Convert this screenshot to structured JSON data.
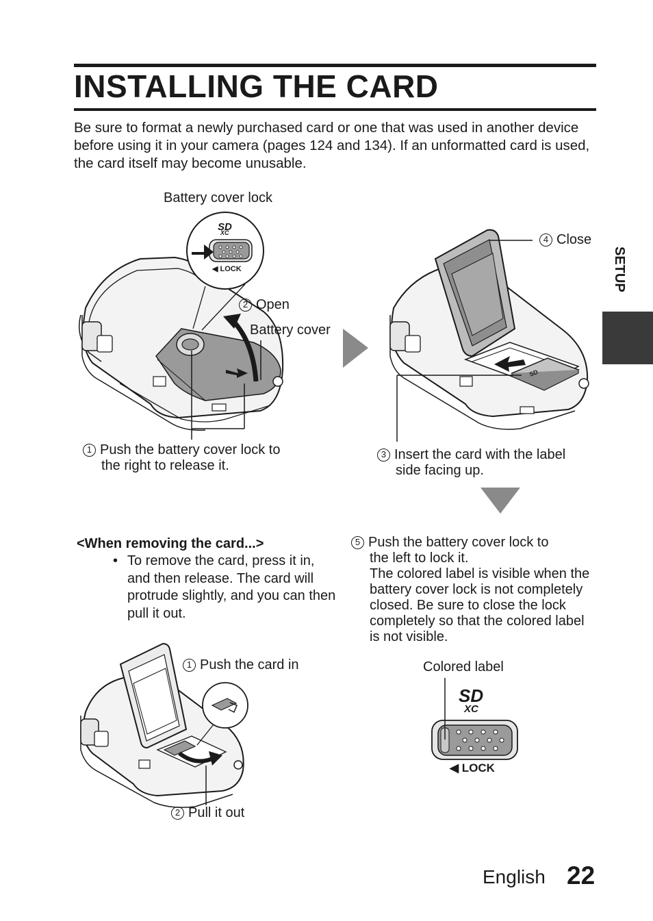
{
  "page": {
    "title": "INSTALLING THE CARD",
    "intro": "Be sure to format a newly purchased card or one that was used in another device before using it in your camera (pages 124 and 134). If an unformatted card is used, the card itself may become unusable.",
    "side_tab": "SETUP",
    "footer": {
      "language": "English",
      "page_number": "22"
    }
  },
  "figure1": {
    "label_battery_cover_lock": "Battery cover lock",
    "label_open_num": "2",
    "label_open": "Open",
    "label_battery_cover": "Battery cover",
    "lock_text": "◀ LOCK",
    "step1_num": "1",
    "step1_line1": "Push the battery cover lock to",
    "step1_line2": "the right to release it."
  },
  "figure2": {
    "label_close_num": "4",
    "label_close": "Close",
    "step3_num": "3",
    "step3_line1": "Insert the card with the label",
    "step3_line2": "side facing up."
  },
  "step5": {
    "num": "5",
    "line1": "Push the battery cover lock to",
    "rest": "the left to lock it.\nThe colored label is visible when the battery cover lock is not completely closed. Be sure to close the lock completely so that the colored label is not visible."
  },
  "removing": {
    "heading": "<When removing the card...>",
    "bullet": "•",
    "text": "To remove the card, press it in, and then release. The card will protrude slightly, and you can then pull it out."
  },
  "figure3": {
    "push_num": "1",
    "push_label": "Push the card in",
    "pull_num": "2",
    "pull_label": "Pull it out"
  },
  "figure4": {
    "colored_label": "Colored label",
    "lock_text": "◀ LOCK"
  }
}
